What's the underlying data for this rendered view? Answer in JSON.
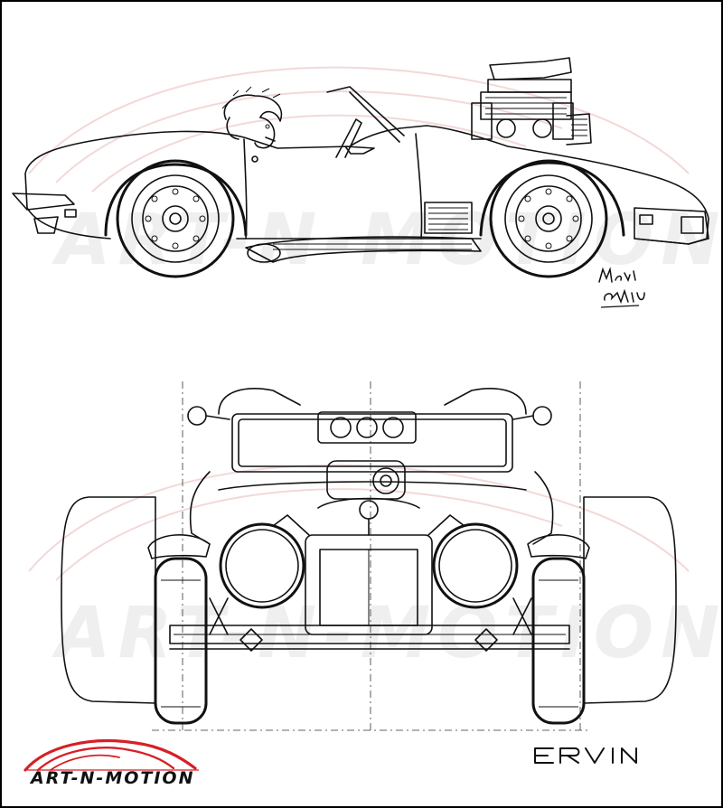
{
  "brand": {
    "logo_text": "ART-N-MOTION",
    "watermark_text": "ART-N-MOTION",
    "accent_color": "#d81f26"
  },
  "artwork": {
    "top_drawing": "side-view-car",
    "bottom_drawing": "front-view-hot-rod",
    "artist_signature": "Ervin",
    "signature_mark": "Mark Ervin",
    "signature_text": "ERVIN"
  }
}
